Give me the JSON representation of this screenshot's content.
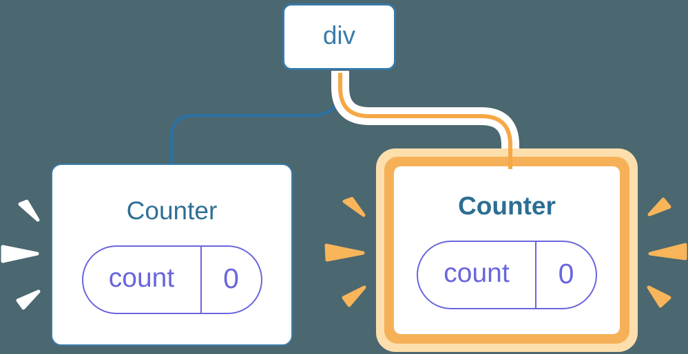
{
  "diagram": {
    "description": "React component tree: a div parent with two Counter children, each holding isolated state (count = 0); the right Counter instance and its edge are highlighted as re-rendering",
    "root": {
      "label": "div"
    },
    "children": [
      {
        "label": "Counter",
        "highlighted": false,
        "state": {
          "name": "count",
          "value": "0"
        }
      },
      {
        "label": "Counter",
        "highlighted": true,
        "state": {
          "name": "count",
          "value": "0"
        }
      }
    ]
  },
  "colors": {
    "background": "#4B6770",
    "node_border_blue": "#3679A8",
    "node_text_blue": "#3A7CA9",
    "edge_blue": "#2D71A3",
    "title_blue": "#2E7095",
    "state_purple": "#6965DC",
    "highlight_orange": "#F5A846",
    "highlight_ring_orange": "#F6B158",
    "highlight_ring_cream": "#FCDFAC",
    "burst_orange": "#F8B559",
    "burst_white": "#FFFFFF",
    "card_background": "#FFFFFF"
  }
}
